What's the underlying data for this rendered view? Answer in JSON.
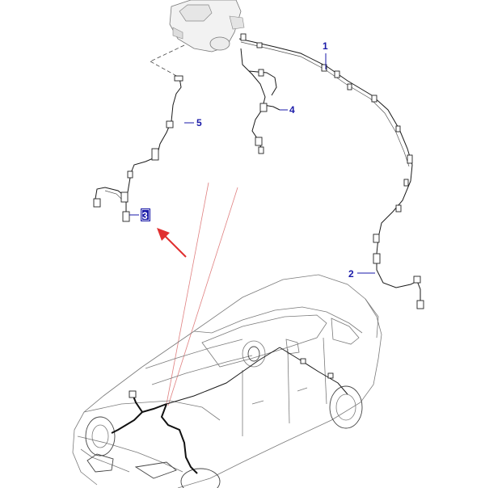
{
  "callouts": [
    {
      "id": "1",
      "label": "1"
    },
    {
      "id": "2",
      "label": "2"
    },
    {
      "id": "3",
      "label": "3",
      "selected": true
    },
    {
      "id": "4",
      "label": "4"
    },
    {
      "id": "5",
      "label": "5"
    }
  ],
  "colors": {
    "callout_text": "#1a1aa8",
    "selected_highlight": "#1a1aa8",
    "arrow": "#e03030",
    "projection_lines": "#e08080"
  },
  "icons": [
    "brake-module-icon",
    "red-pointer-arrow-icon",
    "vehicle-outline-icon"
  ]
}
